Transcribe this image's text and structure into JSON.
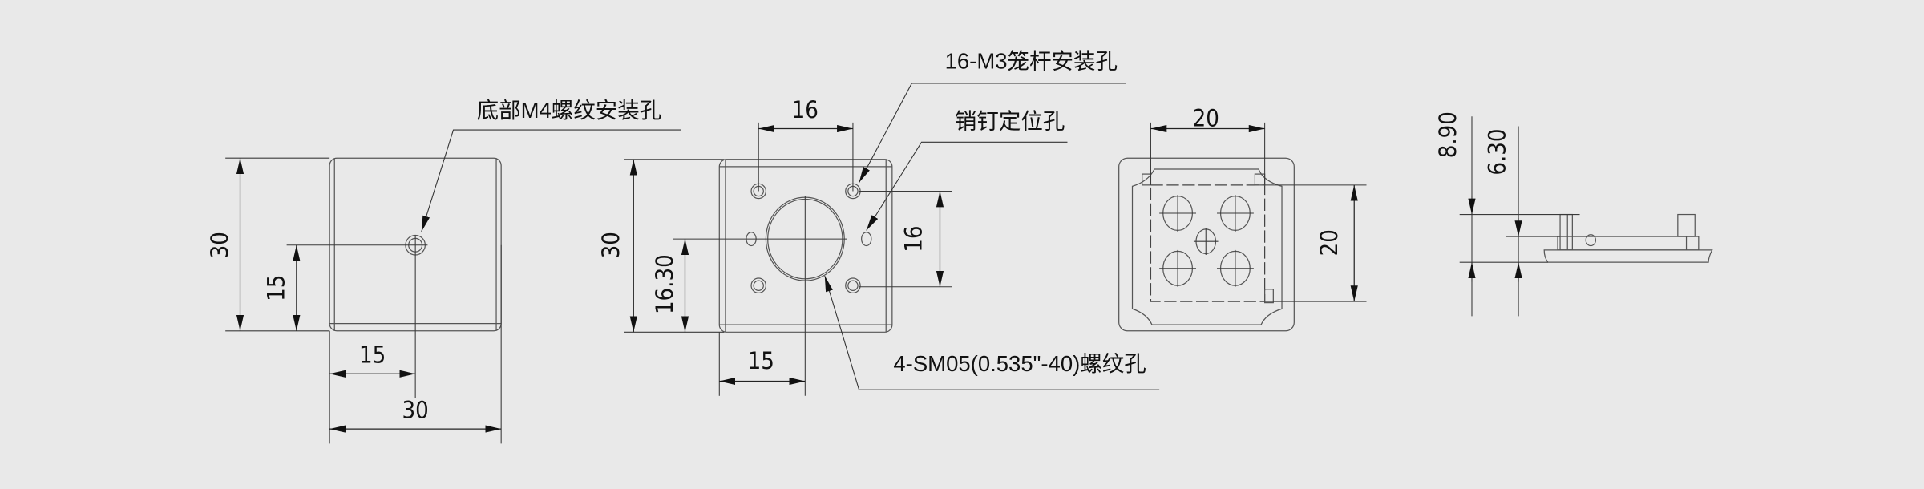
{
  "colors": {
    "background": "#e9e9e9",
    "line": "#333333",
    "text": "#111111"
  },
  "view_bottom": {
    "callout": "底部M4螺纹安装孔",
    "dims": {
      "height": "30",
      "hole_height": "15",
      "hole_x": "15",
      "width": "30"
    }
  },
  "view_front": {
    "callouts": {
      "cage_rod": "16-M3笼杆安装孔",
      "pin": "销钉定位孔",
      "thread": "4-SM05(0.535\"-40)螺纹孔"
    },
    "dims": {
      "rod_spacing_h": "16",
      "rod_spacing_v": "16",
      "height": "30",
      "center_height": "16.30",
      "center_x": "15"
    }
  },
  "view_back": {
    "dims": {
      "width": "20",
      "height": "20"
    }
  },
  "view_side": {
    "dims": {
      "total": "8.90",
      "body": "6.30"
    }
  }
}
